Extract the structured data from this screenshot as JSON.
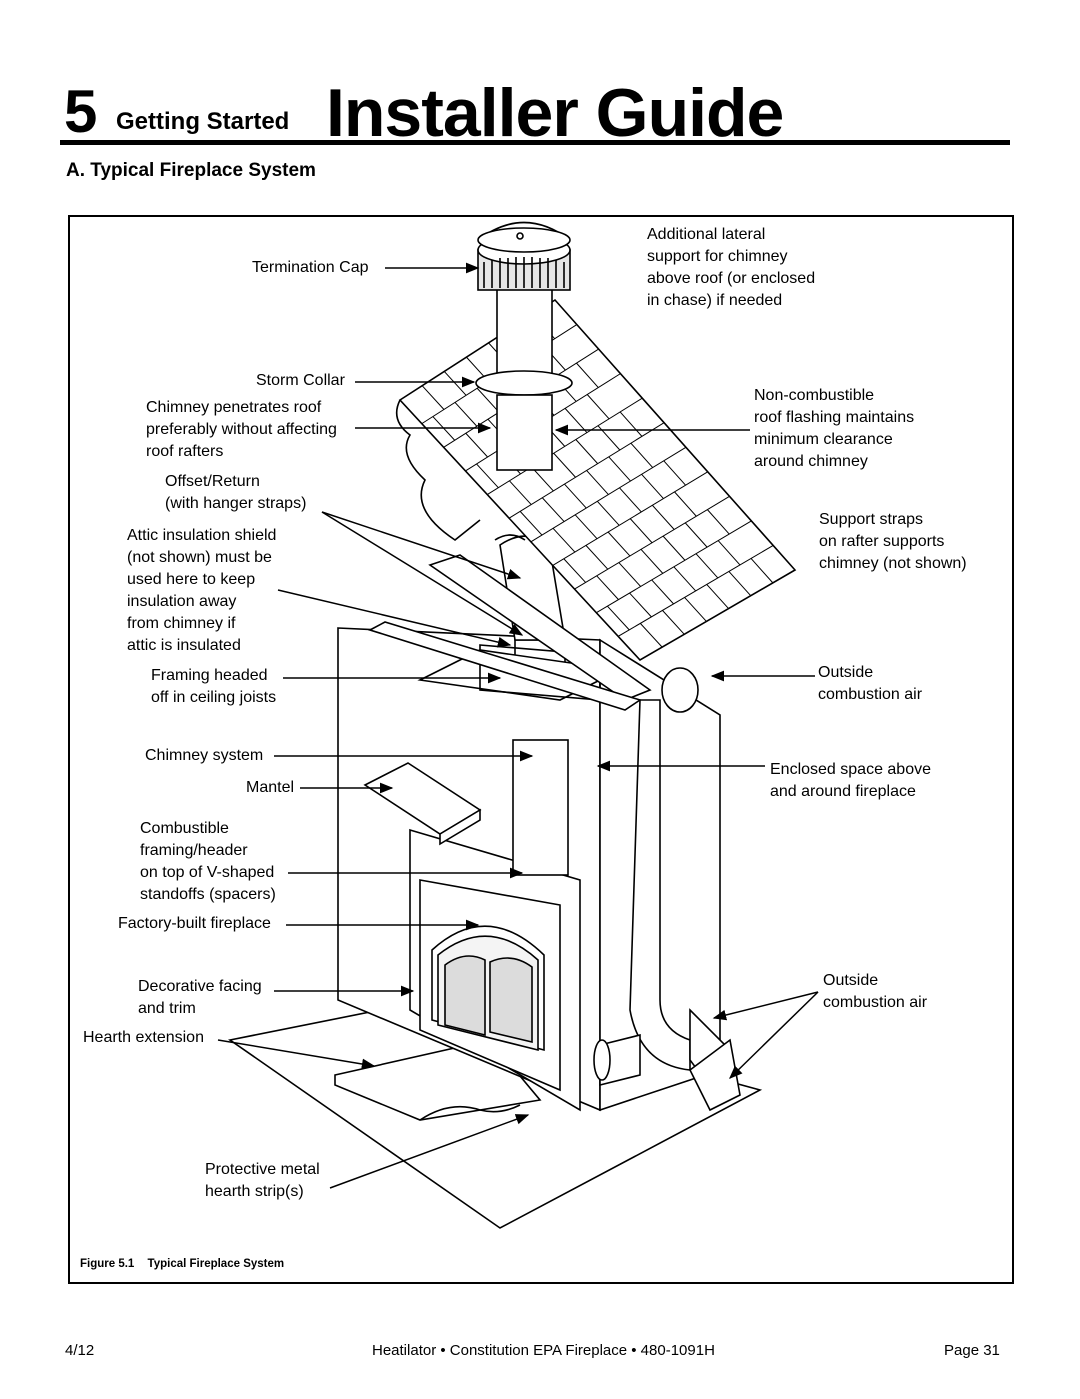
{
  "header": {
    "chapter_number": "5",
    "chapter_subtitle": "Getting Started",
    "chapter_title": "Installer Guide"
  },
  "section": {
    "title": "A.  Typical Fireplace System"
  },
  "diagram": {
    "labels": {
      "termination_cap": "Termination Cap",
      "additional_support": "Additional lateral\nsupport for chimney\nabove roof (or enclosed\nin chase) if needed",
      "storm_collar": "Storm Collar",
      "chimney_penetrates": "Chimney penetrates roof\npreferably without affecting\nroof rafters",
      "flashing": "Non-combustible\nroof flashing maintains\nminimum clearance\naround chimney",
      "offset_return": "Offset/Return\n(with hanger straps)",
      "attic_shield": "Attic insulation shield\n(not shown) must be\nused here to keep\ninsulation away\nfrom chimney if\nattic is insulated",
      "support_straps": "Support straps\non rafter supports\nchimney (not shown)",
      "framing_headed": "Framing headed\noff in ceiling joists",
      "outside_air_1": "Outside\ncombustion air",
      "chimney_system": "Chimney system",
      "mantel": "Mantel",
      "enclosed_space": "Enclosed space above\nand around fireplace",
      "combustible_framing": "Combustible\nframing/header\non top of V-shaped\nstandoffs (spacers)",
      "factory_built": "Factory-built fireplace",
      "decorative_facing": "Decorative facing\nand trim",
      "outside_air_2": "Outside\ncombustion air",
      "hearth_extension": "Hearth extension",
      "hearth_strip": "Protective metal\nhearth strip(s)"
    },
    "caption_number": "Figure 5.1",
    "caption_text": "Typical Fireplace System"
  },
  "footer": {
    "date": "4/12",
    "product": "Heatilator • Constitution EPA Fireplace • 480-1091H",
    "page": "Page  31"
  }
}
